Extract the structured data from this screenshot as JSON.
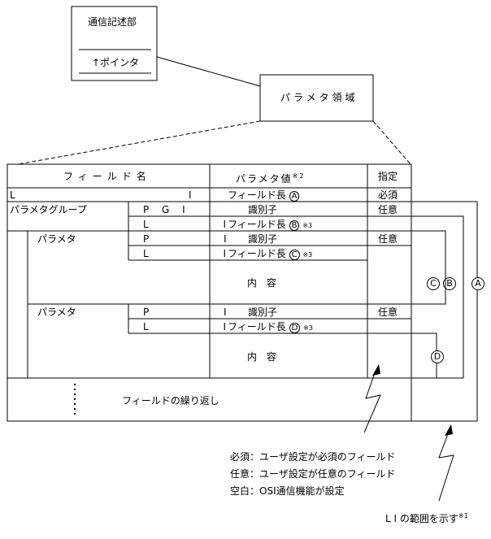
{
  "comm_box": {
    "title": "通信記述部",
    "pointer": "↑ポインタ"
  },
  "param_area": "パラメタ領域",
  "header": {
    "field_name": "フィールド名",
    "param_value": "パラメタ値",
    "param_value_note": "※2",
    "designation": "指定"
  },
  "rows": {
    "li_name_left": "L",
    "li_name_right": "I",
    "li_value": "フィールド長",
    "li_marker": "A",
    "li_desig": "必須",
    "group_name": "パラメタグループ",
    "pgi_name": "P G I",
    "pgi_value": "識別子",
    "pgi_desig": "任意",
    "group_li_name": "L I",
    "group_li_value": "フィールド長",
    "group_li_marker": "B",
    "group_li_note": "※3",
    "param1_name": "パラメタ",
    "param1_pi_name": "P I",
    "param1_pi_value": "識別子",
    "param1_pi_desig": "任意",
    "param1_li_name": "L I",
    "param1_li_value": "フィールド長",
    "param1_li_marker": "C",
    "param1_li_note": "※3",
    "param1_content": "内 容",
    "param2_name": "パラメタ",
    "param2_pi_name": "P I",
    "param2_pi_value": "識別子",
    "param2_pi_desig": "任意",
    "param2_li_name": "L I",
    "param2_li_value": "フィールド長",
    "param2_li_marker": "D",
    "param2_li_note": "※3",
    "param2_content": "内 容",
    "repeat": "フィールドの繰り返し"
  },
  "brackets": {
    "A": "A",
    "B": "B",
    "C": "C",
    "D": "D"
  },
  "legend": {
    "required": "必須：ユーザ設定が必須のフィールド",
    "optional": "任意：ユーザ設定が任意のフィールド",
    "blank": "空白：OSI通信機能が設定"
  },
  "li_range": {
    "text": "L I の範囲を示す",
    "note": "※1"
  }
}
